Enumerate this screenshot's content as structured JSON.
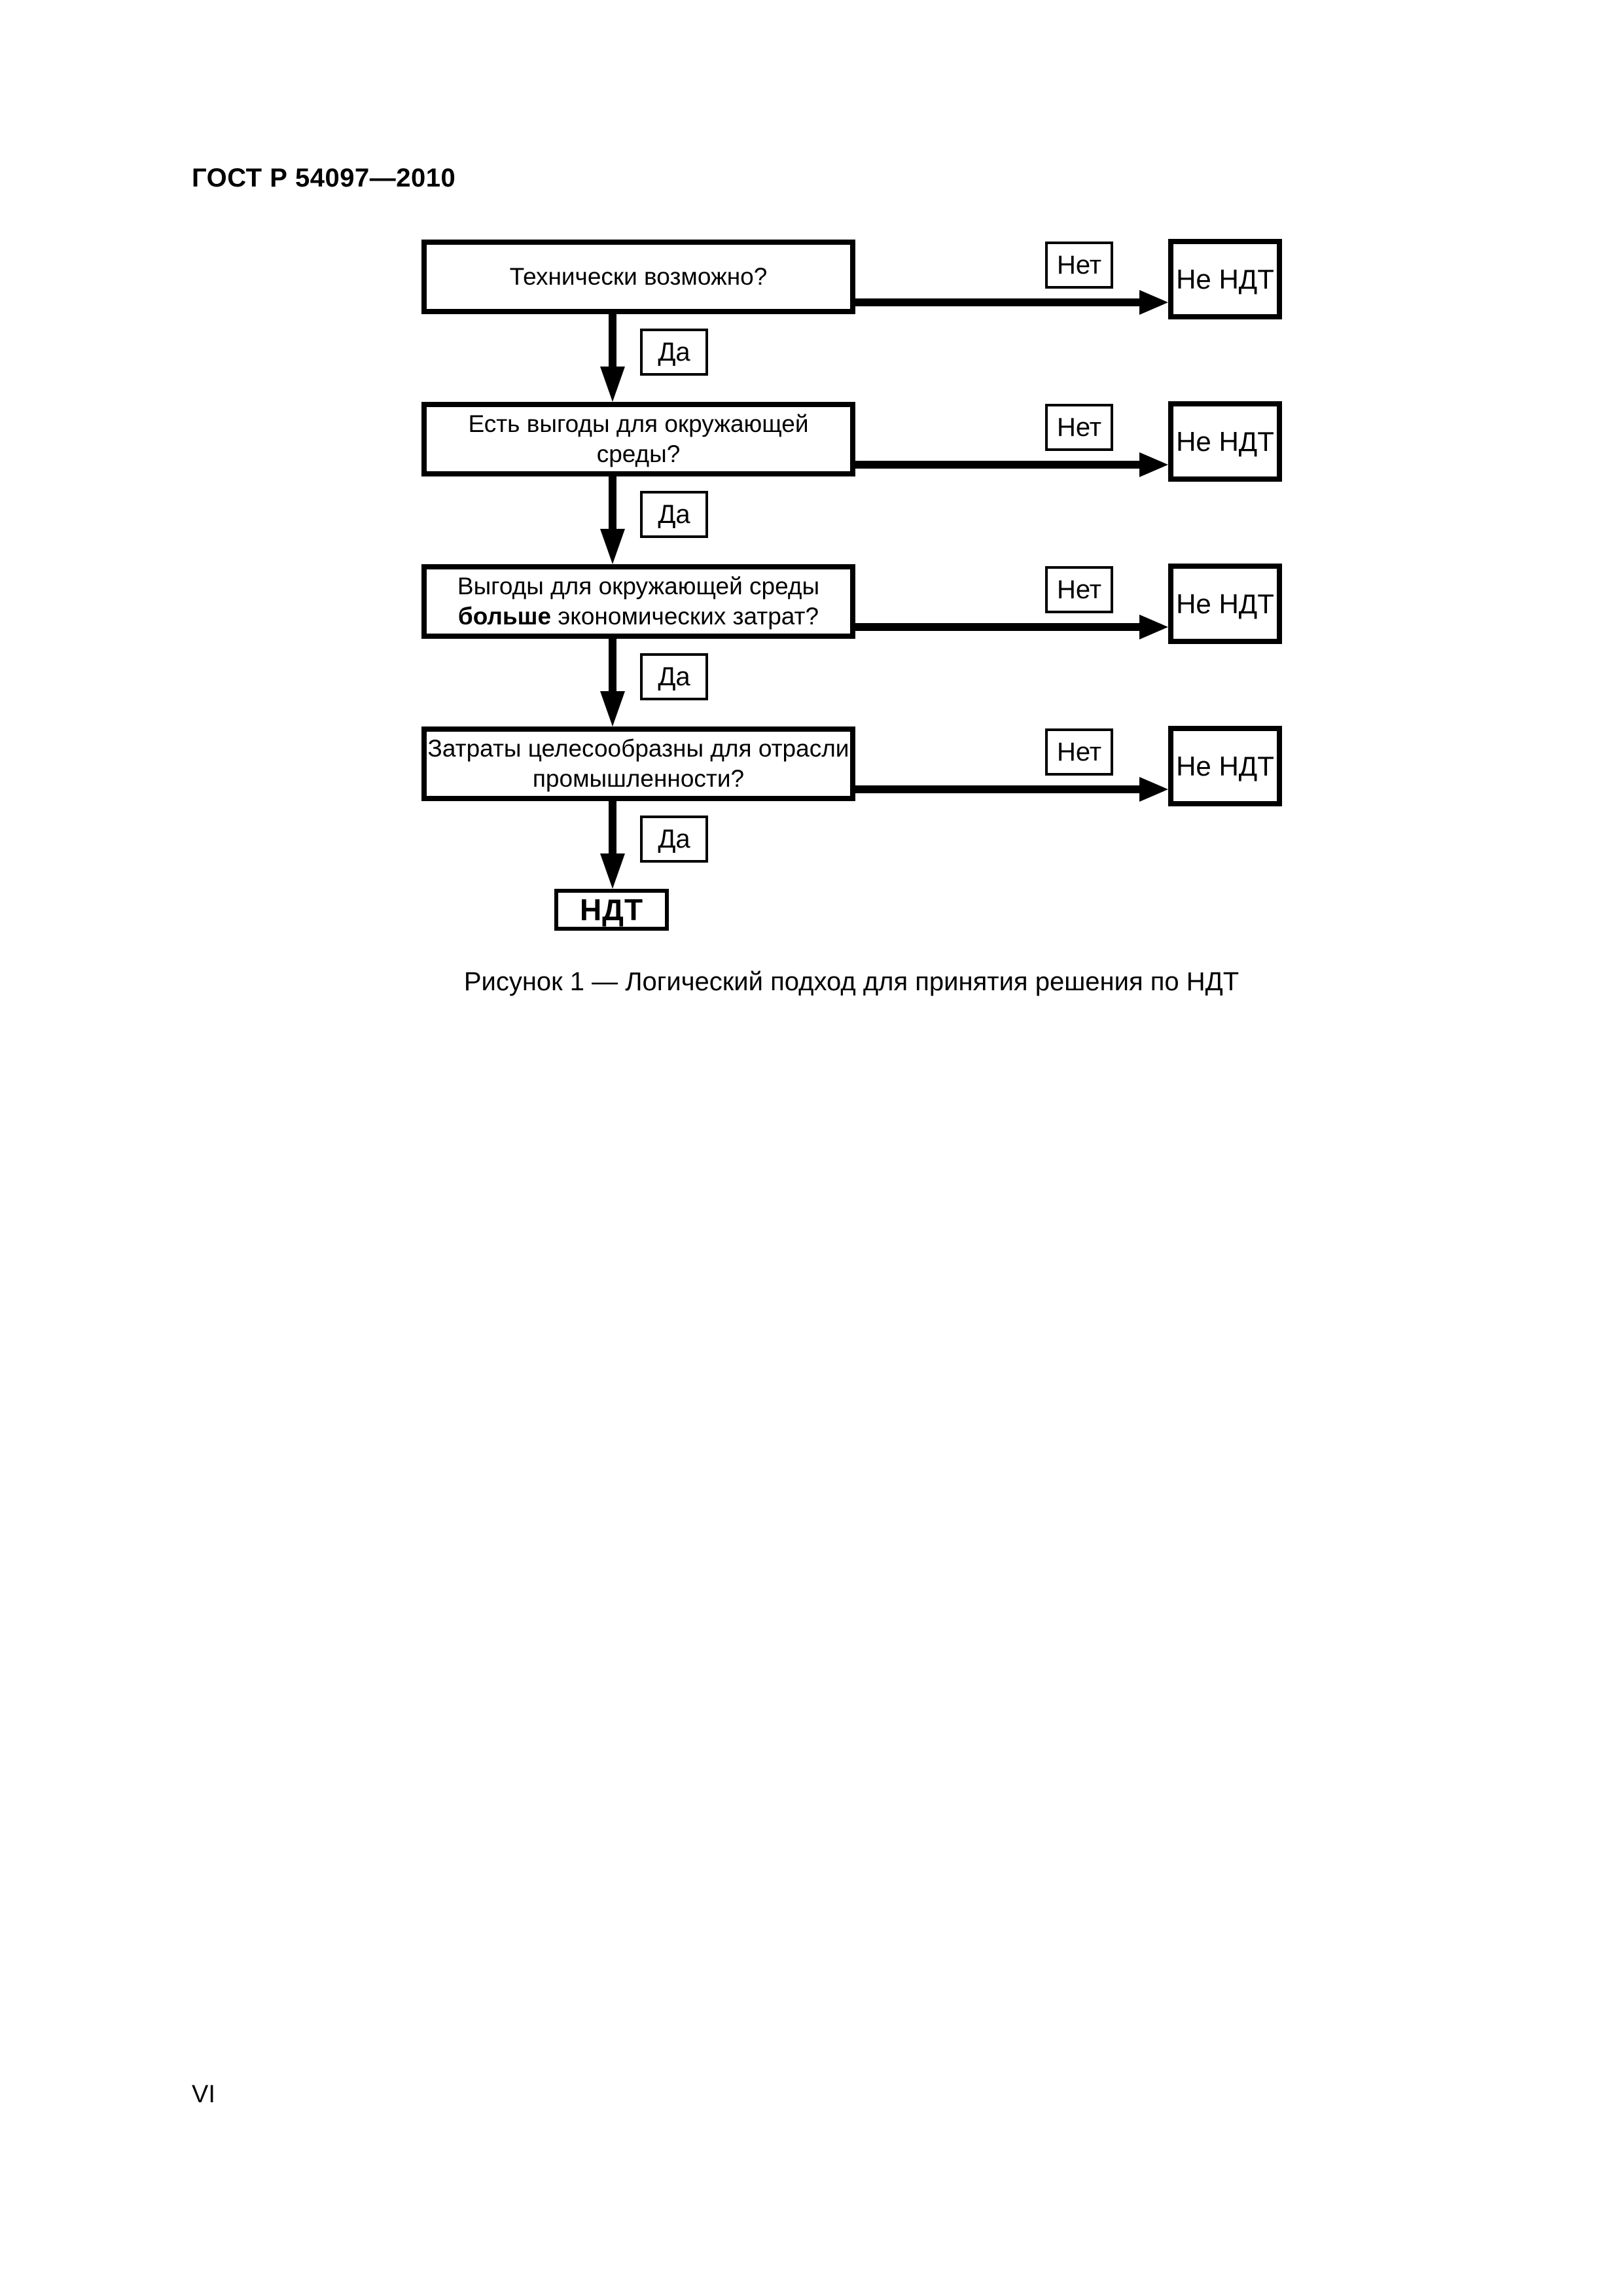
{
  "page": {
    "header_title": "ГОСТ Р 54097—2010",
    "page_number": "VI"
  },
  "figure": {
    "caption": "Рисунок 1 — Логический подход для принятия решения по НДТ"
  },
  "flowchart": {
    "labels": {
      "yes": "Да",
      "no": "Нет",
      "not_bat": "Не НДТ",
      "bat": "НДТ"
    },
    "questions": [
      {
        "line1": "Технически возможно?"
      },
      {
        "line1": "Есть выгоды для окружающей",
        "line2": "среды?"
      },
      {
        "line1": "Выгоды для окружающей среды",
        "line2_bold": "больше",
        "line2_after": " экономических затрат?"
      },
      {
        "line1": "Затраты целесообразны для отрасли",
        "line2": "промышленности?"
      }
    ]
  }
}
